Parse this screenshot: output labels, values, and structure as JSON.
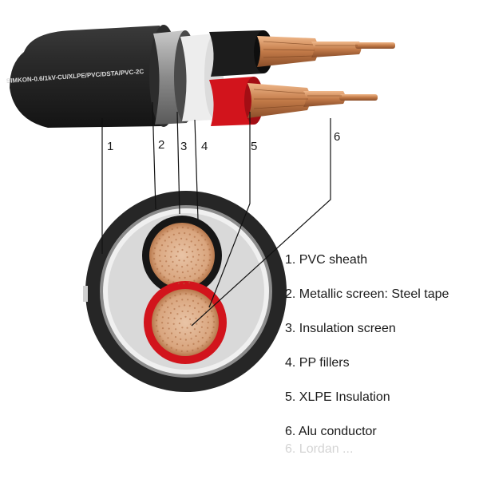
{
  "cable_print": "SIMKON-0.6/1kV-CU/XLPE/PVC/DSTA/PVC-2C",
  "callouts": [
    "1",
    "2",
    "3",
    "4",
    "5",
    "6"
  ],
  "legend": [
    "1. PVC sheath",
    "2. Metallic screen: Steel tape",
    "3. Insulation screen",
    "4. PP fillers",
    "5. XLPE Insulation",
    "6. Alu conductor",
    "6. Lordan ..."
  ],
  "colors": {
    "sheath": "#262626",
    "steel_tape": "#9a9a9a",
    "insulation_screen": "#f0f0f0",
    "filler": "#d6d6d6",
    "core_black": "#161616",
    "core_red": "#d2141c",
    "copper": "#d4956a",
    "copper_dark": "#a8643a"
  }
}
